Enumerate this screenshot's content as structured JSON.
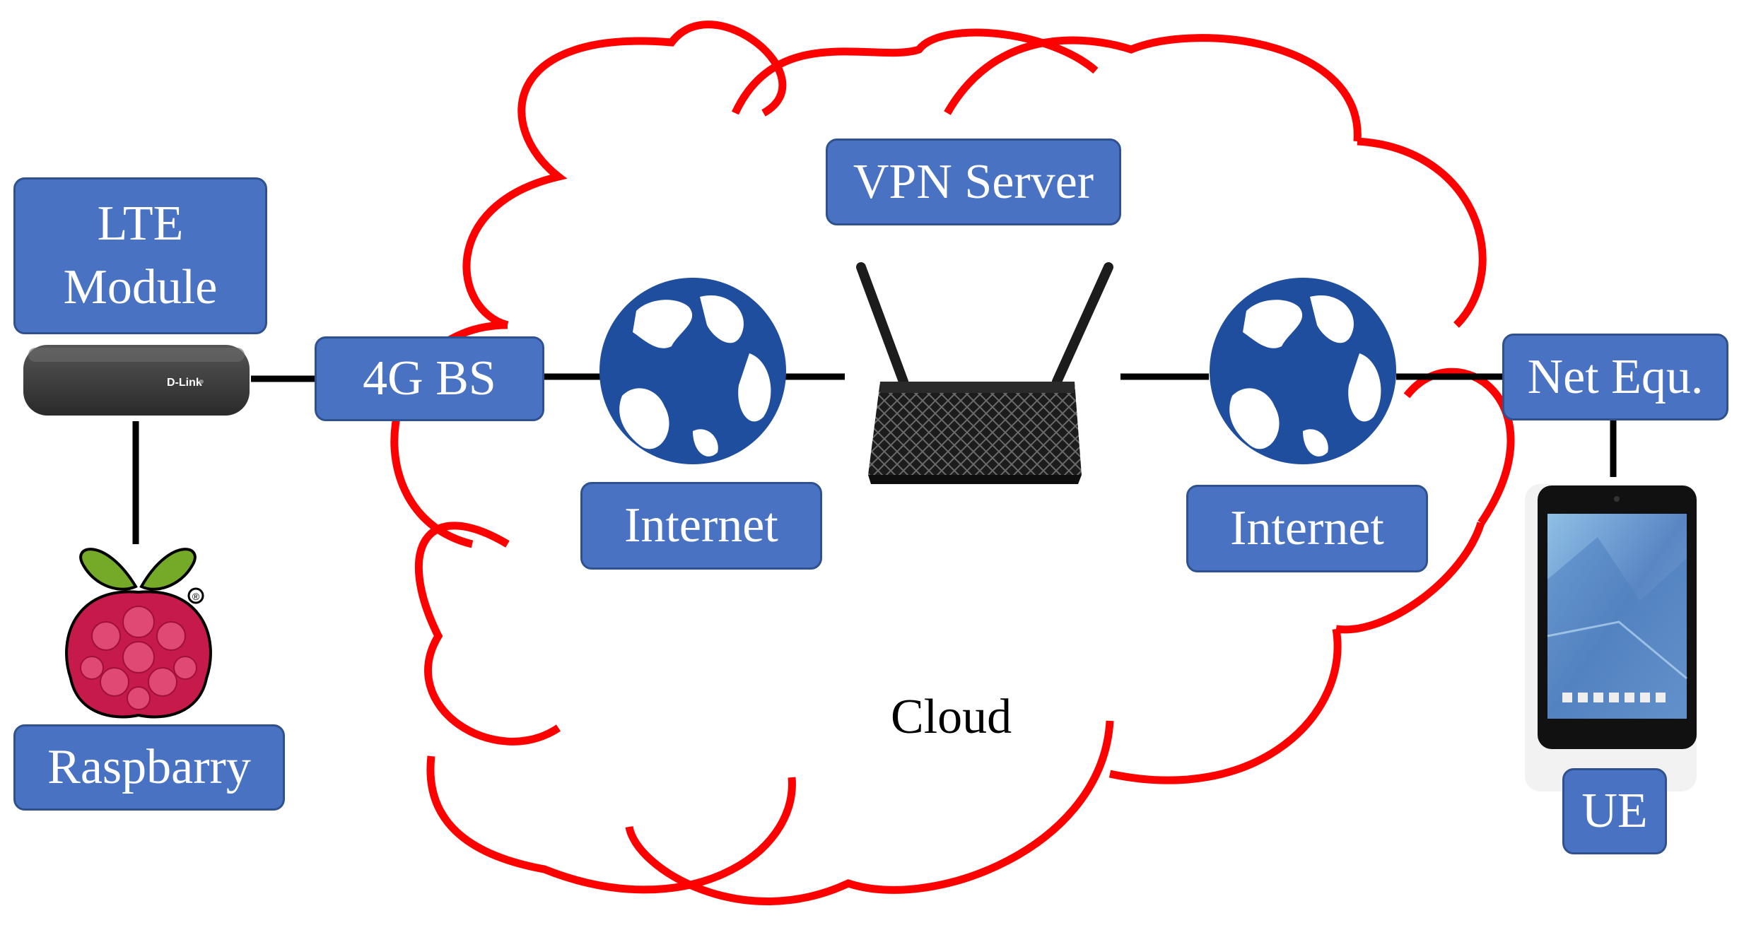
{
  "nodes": {
    "lte_module": "LTE\nModule",
    "raspberry": "Raspbarry",
    "bs_4g": "4G BS",
    "vpn_server": "VPN Server",
    "internet_left": "Internet",
    "internet_right": "Internet",
    "net_equ": "Net Equ.",
    "ue": "UE"
  },
  "cloud": {
    "label": "Cloud"
  },
  "devices": {
    "dongle_brand": "D-Link"
  },
  "colors": {
    "box_fill": "#4a72c2",
    "box_border": "#2f528f",
    "box_text": "#ffffff",
    "cloud_outline": "#ff0000",
    "connector": "#000000",
    "globe": "#1f4e9e",
    "router": "#1c1c1c",
    "dongle": "#3b3b3b",
    "raspberry_berry": "#c51a4a",
    "raspberry_leaf": "#75a928"
  },
  "icons": [
    "cloud-outline",
    "globe-icon",
    "router-icon",
    "usb-dongle-icon",
    "raspberry-pi-logo",
    "tablet-icon"
  ]
}
